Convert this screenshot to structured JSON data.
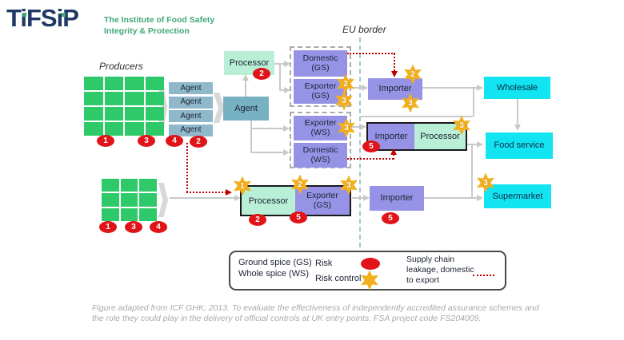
{
  "colors": {
    "brand_navy": "#1F3864",
    "brand_green": "#3FA878",
    "producer_green": "#2EC968",
    "agent_teal": "#77B2C3",
    "processor_mint": "#B9EFD6",
    "trader_purple": "#9693E6",
    "retail_cyan": "#12E4F2",
    "risk_red": "#E01418",
    "control_gold": "#F2B01E",
    "leakage_red": "#C00000"
  },
  "logo": {
    "wordmark": "TiFSiP",
    "tagline_line1": "The Institute of Food Safety",
    "tagline_line2": "Integrity & Protection"
  },
  "labels": {
    "producers": "Producers",
    "eu_border": "EU border"
  },
  "nodes": {
    "agent": "Agent",
    "processor": "Processor",
    "importer": "Importer",
    "domestic": "Domestic",
    "exporter": "Exporter",
    "gs": "(GS)",
    "ws": "(WS)",
    "wholesale": "Wholesale",
    "food_service": "Food service",
    "supermarket": "Supermarket"
  },
  "risk_badges": [
    "1",
    "3",
    "4",
    "2",
    "2",
    "5",
    "1",
    "3",
    "4",
    "2",
    "5",
    "5"
  ],
  "risk_controls": [
    "2",
    "3",
    "2",
    "3",
    "3",
    "3",
    "1",
    "2",
    "3",
    "3"
  ],
  "legend": {
    "ground_spice": "Ground spice (GS)",
    "whole_spice": "Whole spice (WS)",
    "risk": "Risk",
    "risk_control": "Risk control",
    "leakage_line1": "Supply chain",
    "leakage_line2": "leakage, domestic",
    "leakage_line3": "to export"
  },
  "caption": {
    "line1": "Figure adapted from ICF GHK, 2013. To evaluate the effectiveness of independently accredited assurance schemes and",
    "line2": "the role they could play in the delivery of official controls at UK entry points.  FSA project code FS204009."
  }
}
